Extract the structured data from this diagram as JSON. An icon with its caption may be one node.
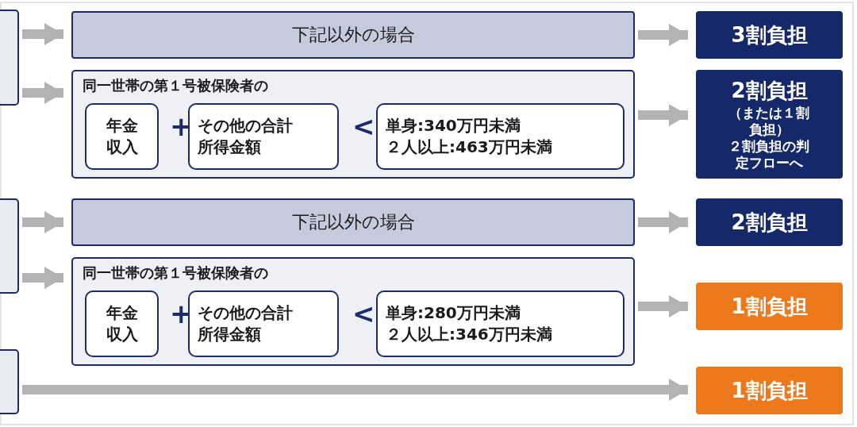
{
  "diagram": {
    "nodes": [
      {
        "text": [],
        "shape": "box"
      },
      {
        "text": [
          "下記以外の場合"
        ]
      },
      {
        "text": [
          "同一世帯の第１号被保険者の"
        ]
      },
      {
        "text": [
          "年金収入"
        ],
        "in": 2
      },
      {
        "text": [
          "その他の合計所得金額"
        ],
        "in": 2
      },
      {
        "text": [
          "単身:340万円未満",
          "２人以上:463万円未満"
        ],
        "in": 2
      },
      {
        "text": [
          "3割負担"
        ]
      },
      {
        "text": [
          "2割負担",
          "（または１割負担）",
          "２割負担の判定フローへ"
        ]
      },
      {
        "text": [],
        "shape": "box"
      },
      {
        "text": [
          "下記以外の場合"
        ]
      },
      {
        "text": [
          "同一世帯の第１号被保険者の"
        ]
      },
      {
        "text": [
          "年金収入"
        ],
        "in": 10
      },
      {
        "text": [
          "その他の合計所得金額"
        ],
        "in": 10
      },
      {
        "text": [
          "単身:280万円未満",
          "２人以上:346万円未満"
        ],
        "in": 10
      },
      {
        "text": [
          "2割負担"
        ]
      },
      {
        "text": [
          "1割負担"
        ]
      },
      {
        "text": [],
        "shape": "box"
      },
      {
        "text": [
          "1割負担"
        ]
      }
    ],
    "edges": [
      {
        "from": 0,
        "to": 1,
        "arrow": "to"
      },
      {
        "from": 0,
        "to": 2,
        "arrow": "to"
      },
      {
        "from": 1,
        "to": 6,
        "arrow": "to"
      },
      {
        "from": 2,
        "to": 7,
        "arrow": "to"
      },
      {
        "from": 8,
        "to": 9,
        "arrow": "to"
      },
      {
        "from": 8,
        "to": 10,
        "arrow": "to"
      },
      {
        "from": 9,
        "to": 14,
        "arrow": "to"
      },
      {
        "from": 10,
        "to": 15,
        "arrow": "to"
      },
      {
        "from": 16,
        "to": 17,
        "arrow": "to"
      }
    ],
    "labels": [
      "+",
      "<",
      "+",
      "<"
    ]
  }
}
